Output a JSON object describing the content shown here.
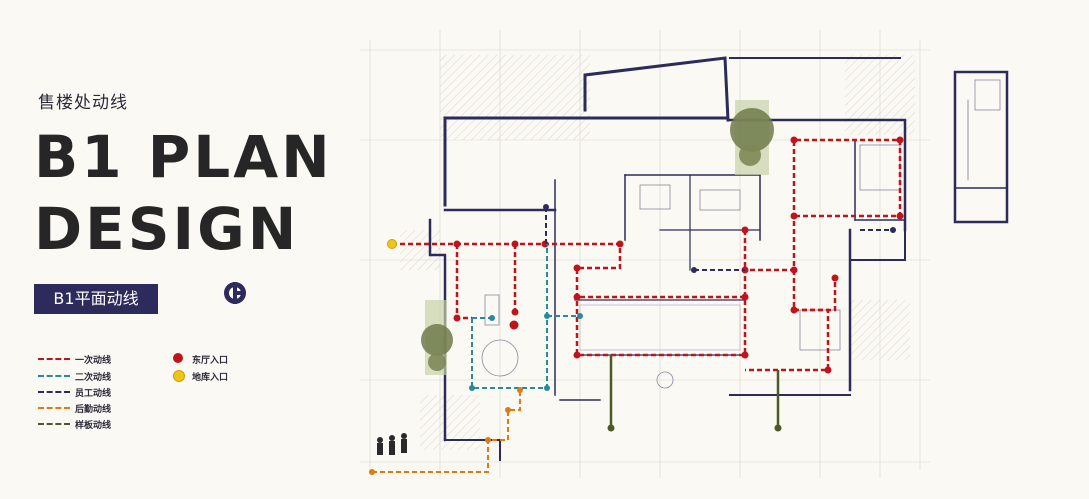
{
  "header": {
    "subtitle": "售楼处动线",
    "title_line1": "B1 PLAN",
    "title_line2": "DESIGN",
    "badge": "B1平面动线"
  },
  "legend": {
    "lines": [
      {
        "label": "一次动线",
        "color": "#c0141c"
      },
      {
        "label": "二次动线",
        "color": "#2a8a9a"
      },
      {
        "label": "员工动线",
        "color": "#2d2b5c"
      },
      {
        "label": "后勤动线",
        "color": "#e07a12"
      },
      {
        "label": "样板动线",
        "color": "#4c5a26"
      }
    ],
    "dots": [
      {
        "label": "东厅入口",
        "color": "#c0141c"
      },
      {
        "label": "地库入口",
        "color": "#f0c419"
      }
    ]
  },
  "colors": {
    "wall": "#2d2b5c",
    "accent": "#2d2b5c",
    "background": "#fbf9f4"
  }
}
